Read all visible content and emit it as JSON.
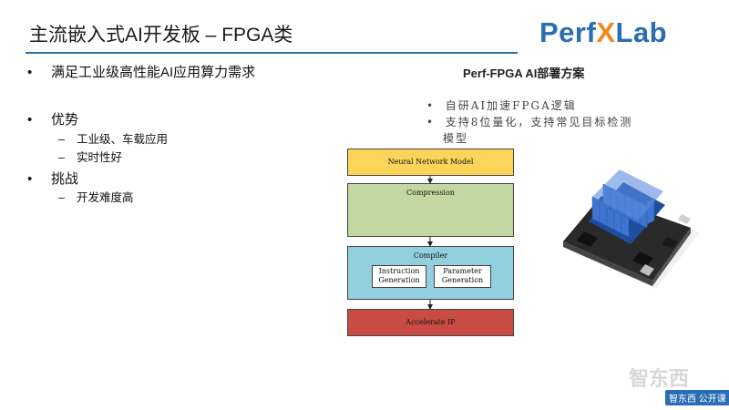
{
  "header": {
    "title": "主流嵌入式AI开发板 – FPGA类",
    "logo": {
      "part1": "Perf",
      "part2": "X",
      "part3": "Lab"
    }
  },
  "left": {
    "bullet1": "满足工业级高性能AI应用算力需求",
    "bullet2": "优势",
    "bullet2_subs": [
      "工业级、车载应用",
      "实时性好"
    ],
    "bullet3": "挑战",
    "bullet3_subs": [
      "开发难度高"
    ]
  },
  "right": {
    "title": "Perf-FPGA  AI部署方案",
    "bullets": [
      "自研AI加速FPGA逻辑",
      "支持8位量化，支持常见目标检测",
      "模型"
    ]
  },
  "diagram": {
    "model": "Neural Network Model",
    "compression": "Compression",
    "compiler": "Compiler",
    "instruction": [
      "Instruction",
      "Generation"
    ],
    "parameter": [
      "Parameter",
      "Generation"
    ],
    "accelerate": "Accelerate IP"
  },
  "colors": {
    "accent": "#2a6db5",
    "logo_orange": "#f08a1c",
    "model_box": "#fcd45a",
    "compression_box": "#c3d7a0",
    "compiler_box": "#92cfdf",
    "accelerate_box": "#c94c44"
  },
  "footer": {
    "watermark": "智东西",
    "brand_tag": "智东西 公开课"
  }
}
